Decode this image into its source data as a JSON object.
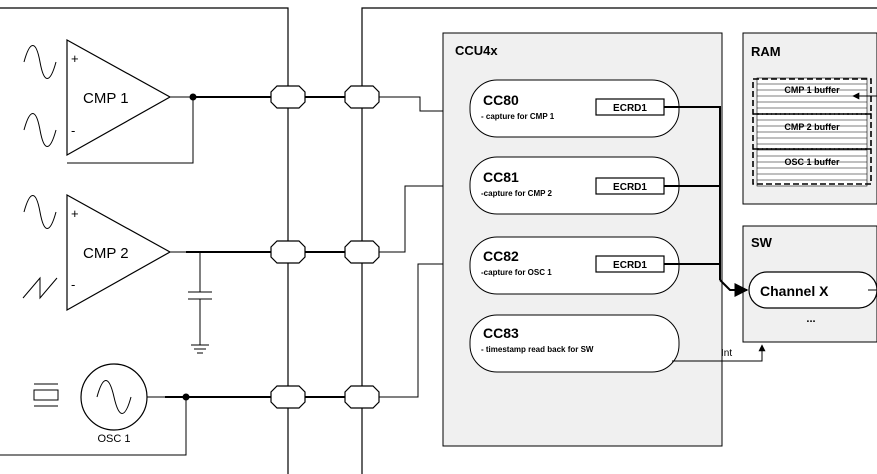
{
  "comparators": {
    "cmp1": {
      "label": "CMP 1",
      "plus": "+",
      "minus": "-"
    },
    "cmp2": {
      "label": "CMP 2",
      "plus": "+",
      "minus": "-"
    }
  },
  "oscillator": {
    "label": "OSC 1"
  },
  "ccu": {
    "title": "CCU4x",
    "slices": [
      {
        "name": "CC80",
        "desc": "- capture for CMP 1",
        "ecrd": "ECRD1"
      },
      {
        "name": "CC81",
        "desc": "-capture for CMP 2",
        "ecrd": "ECRD1"
      },
      {
        "name": "CC82",
        "desc": "-capture for OSC 1",
        "ecrd": "ECRD1"
      },
      {
        "name": "CC83",
        "desc": "- timestamp read back for SW"
      }
    ]
  },
  "ram": {
    "title": "RAM",
    "buffers": [
      "CMP 1 buffer",
      "CMP 2 buffer",
      "OSC 1 buffer"
    ]
  },
  "sw": {
    "title": "SW",
    "channel": "Channel X",
    "ellipsis": "...",
    "int_label": "Int"
  },
  "colors": {
    "block_fill": "#f0f0f0",
    "line": "#000000"
  }
}
